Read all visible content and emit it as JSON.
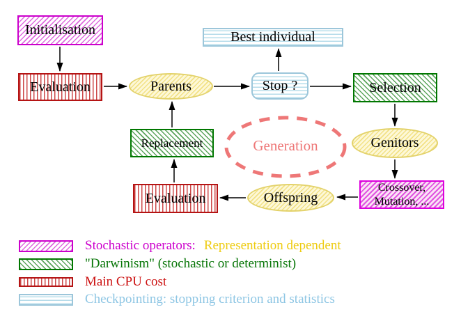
{
  "nodes": {
    "initialisation": "Initialisation",
    "evaluation_top": "Evaluation",
    "parents": "Parents",
    "best_individual": "Best individual",
    "stop": "Stop ?",
    "selection": "Selection",
    "genitors": "Genitors",
    "crossover_line1": "Crossover,",
    "crossover_line2": "Mutation, ...",
    "offspring": "Offspring",
    "evaluation_bottom": "Evaluation",
    "replacement": "Replacement",
    "generation": "Generation"
  },
  "legend": {
    "items": [
      {
        "swatch": "magenta-diagonal-hatch",
        "label": "Stochastic operators:",
        "label2": "Representation dependent"
      },
      {
        "swatch": "green-diagonal-hatch",
        "label": "\"Darwinism\" (stochastic or determinist)"
      },
      {
        "swatch": "red-vertical-hatch",
        "label": "Main CPU cost"
      },
      {
        "swatch": "cyan-horizontal-hatch",
        "label": "Checkpointing: stopping criterion and statistics"
      }
    ]
  },
  "colors": {
    "magenta": "#cc00cc",
    "green": "#007700",
    "red": "#bb1414",
    "cyan_border": "#9cc6da",
    "cyan_text": "#8ec6e4",
    "yellow_text": "#eecc11",
    "yellow_node_border": "#e3d26a",
    "salmon": "#ee7777",
    "arrow": "#000000"
  }
}
